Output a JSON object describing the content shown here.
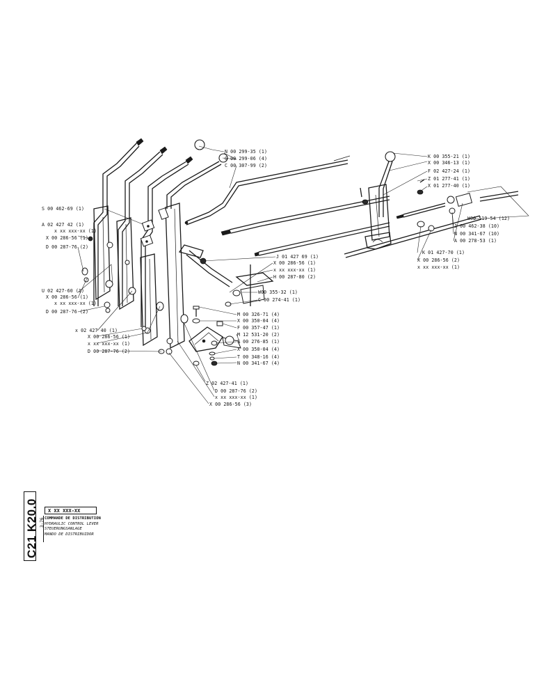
{
  "labels": [
    "N 00 299-35 (1)",
    "G 00 299-06 (4)",
    "C 00 307-99 (2)",
    "K 00 355-21 (1)",
    "X 00 346-13 (1)",
    "F 02 427-24 (1)",
    "Z 01 277-41 (1)",
    "X 01 277-40 (1)",
    "S 00 462-69 (1)",
    "W00 519-54 (12)",
    "J 00 462-38 (10)",
    "A 02 427 42 (1)",
    "N 00 341-67 (10)",
    "x xx xxx-xx (1)",
    "A 00 278-53 (1)",
    "X 00 286-56 (1)",
    "D 00 287-76 (2)",
    "K 01 427-70 (1)",
    "J 01 427 69 (1)",
    "X 00 286-56 (2)",
    "X 00 286-56 (1)",
    "x xx xxx-xx (1)",
    "x xx xxx-xx (1)",
    "U 02 427-60 (1)",
    "H 00 287-80 (2)",
    "X 00 286-56 (1)",
    "x xx xxx-xx (1)",
    "W00 355-32 (1)",
    "C 00 274-41 (1)",
    "D 00 287-76 (2)",
    "M 00 326-71 (4)",
    "X 00 350-04 (4)",
    "x 02 427 40 (1)",
    "F 00 357-47 (1)",
    "X 00 286-56 (1)",
    "M 12 531-20 (2)",
    "x xx xxx-xx (1)",
    "S 00 276-85 (1)",
    "D 00 287-76 (2)",
    "X 00 350-04 (4)",
    "T 00 348-16 (4)",
    "N 00 341-67 (4)",
    "Z 02 427-41 (1)",
    "D 00 287-76 (2)",
    "x xx xxx-xx (1)",
    "X 00 286-56 (3)"
  ],
  "title_block": {
    "code": "C21 K20.0",
    "date": "3-76",
    "part_number": "X XX XXX-XX",
    "descriptions": [
      "COMMANDE DE DISTRIBUTION",
      "HYDRAULIC CONTROL LEVER",
      "STEUERUNGSANLAGE",
      "MANDO DE DISTRIBUIDOR"
    ]
  }
}
